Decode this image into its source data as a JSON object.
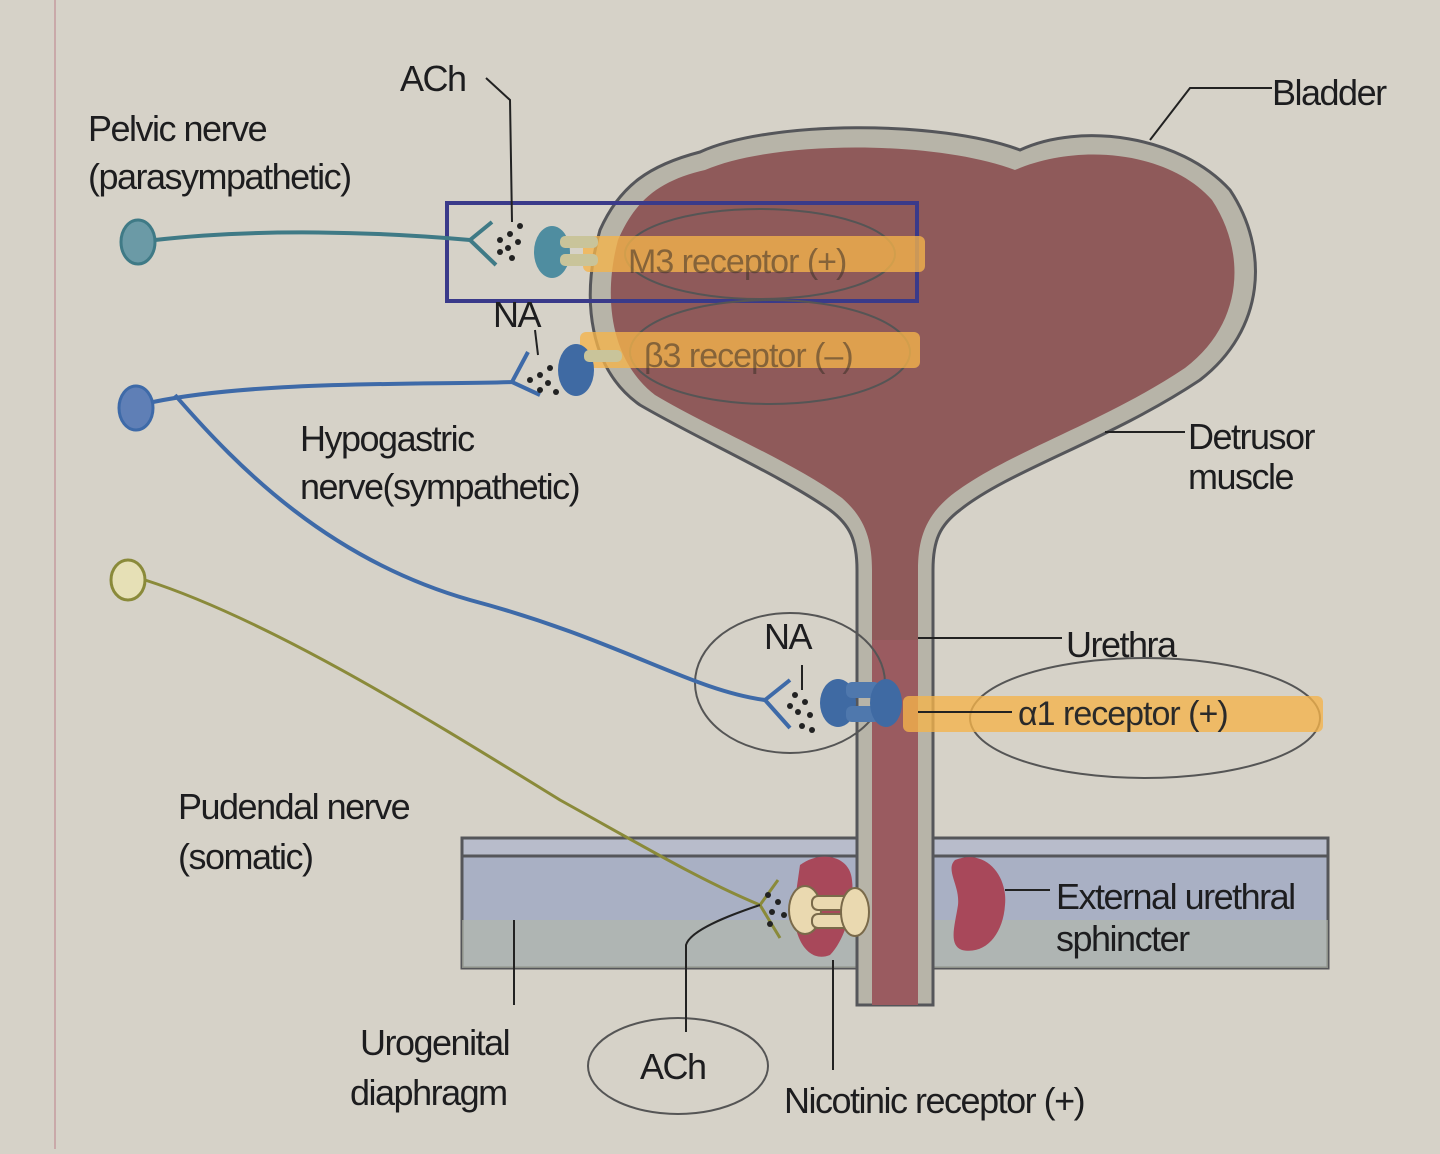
{
  "labels": {
    "ach_top": "ACh",
    "pelvic_nerve": "Pelvic nerve",
    "pelvic_nerve_type": "(parasympathetic)",
    "bladder": "Bladder",
    "na_top": "NA",
    "m3_receptor": "M3 receptor (+)",
    "beta3_receptor": "β3 receptor (–)",
    "hypogastric_nerve": "Hypogastric",
    "hypogastric_nerve_type": "nerve(sympathetic)",
    "detrusor_1": "Detrusor",
    "detrusor_2": "muscle",
    "na_mid": "NA",
    "urethra": "Urethra",
    "alpha1_receptor": "α1 receptor (+)",
    "pudendal_nerve": "Pudendal nerve",
    "pudendal_nerve_type": "(somatic)",
    "external_sphincter_1": "External urethral",
    "external_sphincter_2": "sphincter",
    "urogenital_1": "Urogenital",
    "urogenital_2": "diaphragm",
    "ach_bottom": "ACh",
    "nicotinic_receptor": "Nicotinic receptor (+)"
  },
  "colors": {
    "paper": "#d6d2c8",
    "bladder_fill": "#8f5a5a",
    "bladder_wall": "#b7b4a8",
    "parasympathetic_nerve": "#3f7a86",
    "sympathetic_nerve": "#3e6aa8",
    "somatic_nerve": "#8a8a3a",
    "highlight": "#f5b34a",
    "annotation_box": "#3a3a8a",
    "diaphragm_fill": "#a9b0c4",
    "sphincter_fill": "#a8485a",
    "nicotinic_receptor_fill": "#ead9b0"
  },
  "icons": [
    "neuron-cell-body",
    "receptor-channel",
    "vesicle-dots"
  ]
}
